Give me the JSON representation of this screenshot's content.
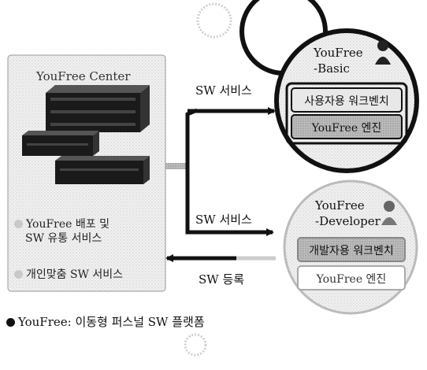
{
  "center": {
    "title": "YouFree Center",
    "bullet1_line1": "YouFree 배포 및",
    "bullet1_line2": "SW 유통 서비스",
    "bullet2": "개인맞춤 SW 서비스"
  },
  "arrows": {
    "top": "SW 서비스",
    "middle": "SW 서비스",
    "bottom": "SW 등록"
  },
  "basic": {
    "title_line1": "YouFree",
    "title_line2": "-Basic",
    "box1": "사용자용 워크벤치",
    "box2": "YouFree 엔진"
  },
  "developer": {
    "title_line1": "YouFree",
    "title_line2": "-Developer",
    "box1": "개발자용 워크벤치",
    "box2": "YouFree 엔진"
  },
  "footer": "YouFree: 이동형 퍼스널 SW 플랫폼"
}
